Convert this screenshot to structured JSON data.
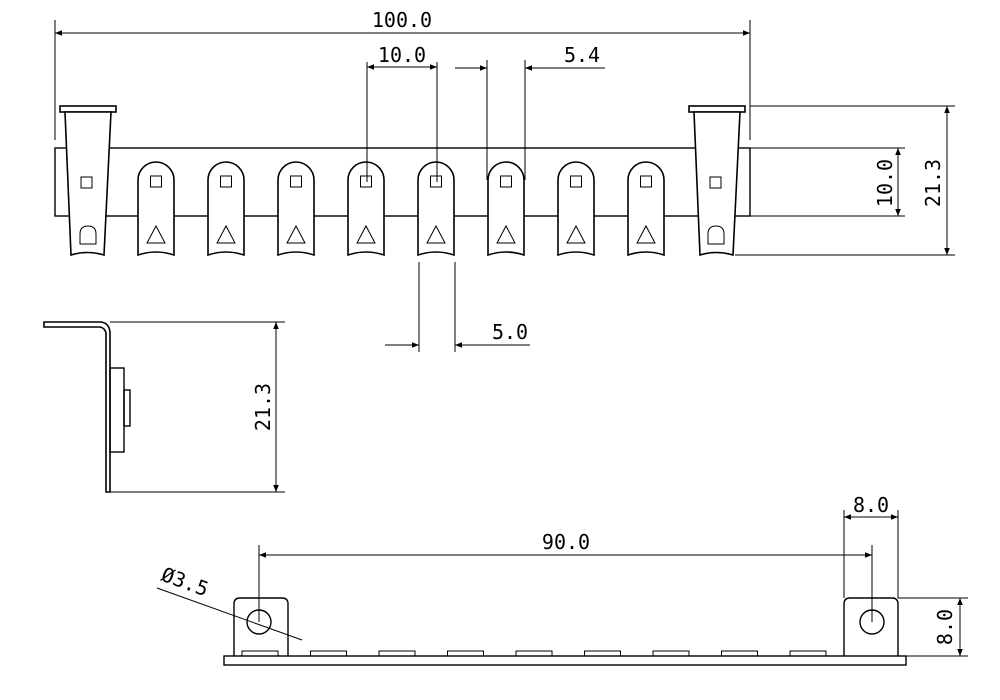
{
  "front_view": {
    "overall_length": "100.0",
    "pitch": "10.0",
    "tab_gap": "5.4",
    "tab_width": "5.0",
    "tab_height": "10.0",
    "total_height": "21.3",
    "tab_count": 8
  },
  "side_view": {
    "height": "21.3"
  },
  "bottom_view": {
    "hole_spacing": "90.0",
    "foot_width": "8.0",
    "foot_height": "8.0",
    "hole_diameter": "Ø3.5",
    "pad_count": 9
  }
}
